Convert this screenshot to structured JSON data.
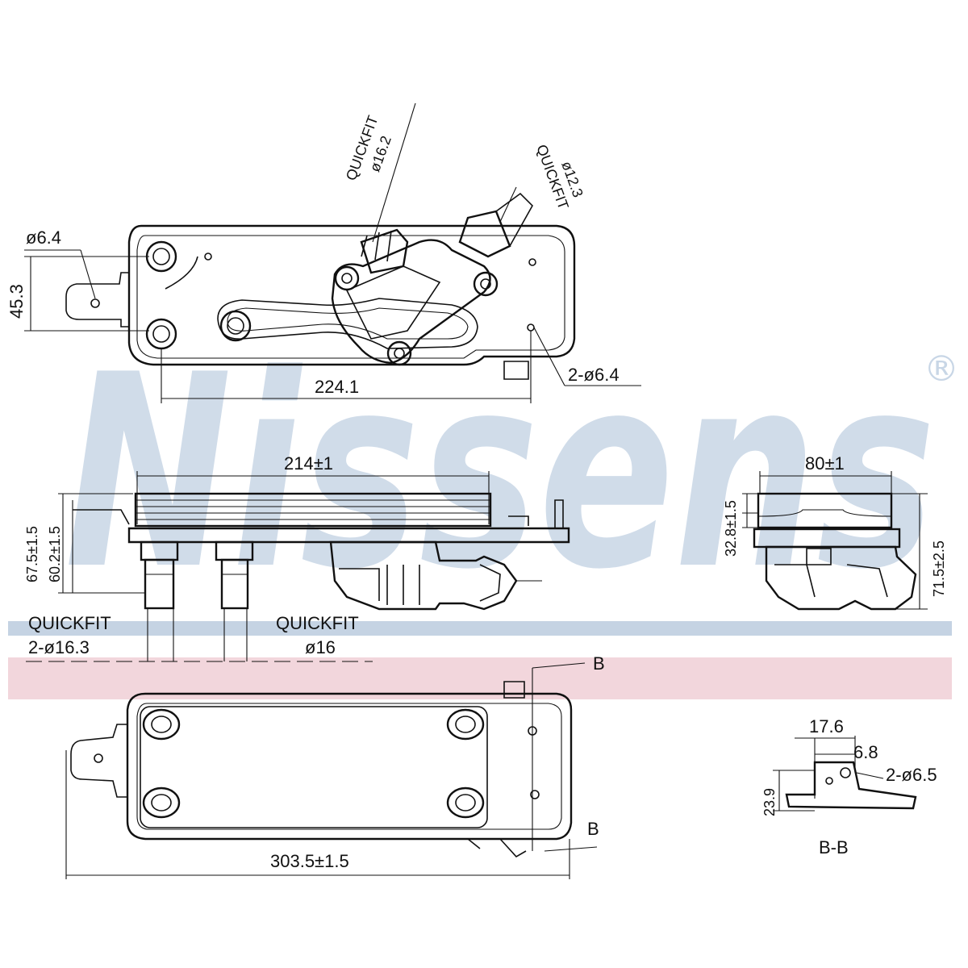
{
  "watermark": {
    "brand": "Nissens",
    "registered": "®",
    "color": "#c8d6e6",
    "band_blue": "#c5d3e3",
    "band_pink": "#f2d6dc"
  },
  "top_view": {
    "quickfit_a": {
      "label": "QUICKFIT",
      "size": "ø16.2"
    },
    "quickfit_b": {
      "label": "QUICKFIT",
      "size": "ø12.3"
    },
    "hole_dia": "ø6.4",
    "height": "45.3",
    "bolt_spacing": "224.1",
    "holes": "2-ø6.4"
  },
  "side_view": {
    "length": "214±1",
    "height_total": "67.5±1.5",
    "height_core": "60.2±1.5",
    "quickfit_left": {
      "label": "QUICKFIT",
      "size": "2-ø16.3"
    },
    "quickfit_mid": {
      "label": "QUICKFIT",
      "size": "ø16"
    }
  },
  "end_view": {
    "width": "80±1",
    "height_core": "32.8±1.5",
    "height_total": "71.5±2.5"
  },
  "bottom_view": {
    "overall_length": "303.5±1.5",
    "section_marker_top": "B",
    "section_marker_bottom": "B"
  },
  "section_bb": {
    "width": "17.6",
    "offset": "6.8",
    "height": "23.9",
    "holes": "2-ø6.5",
    "title": "B-B"
  }
}
